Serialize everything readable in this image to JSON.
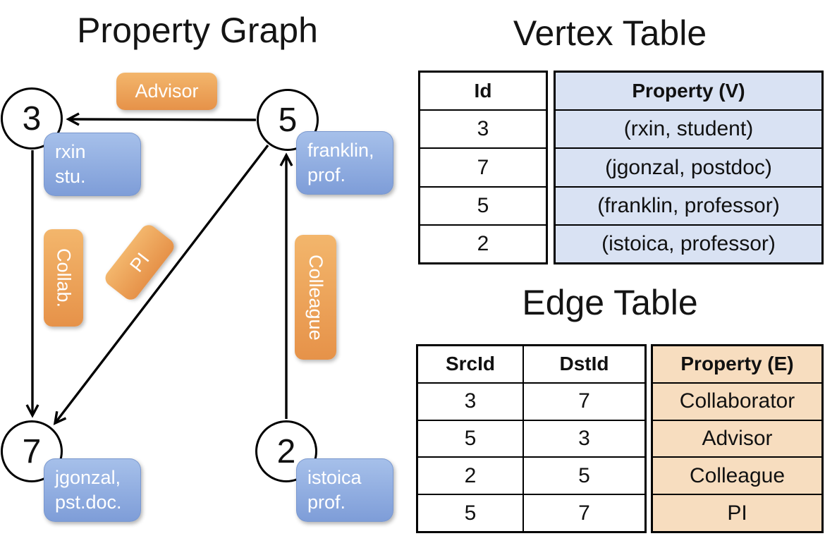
{
  "titles": {
    "graph": "Property Graph",
    "vertex_table": "Vertex Table",
    "edge_table": "Edge Table"
  },
  "colors": {
    "edge_label_orange": "#EDA455",
    "node_property_blue": "#8FADE0",
    "vertex_table_fill": "#D9E2F3",
    "edge_table_fill": "#F7DDBF",
    "line_black": "#000000"
  },
  "graph": {
    "nodes": [
      {
        "id": "3",
        "property_line1": "rxin",
        "property_line2": "stu."
      },
      {
        "id": "5",
        "property_line1": "franklin,",
        "property_line2": "prof."
      },
      {
        "id": "7",
        "property_line1": "jgonzal,",
        "property_line2": "pst.doc."
      },
      {
        "id": "2",
        "property_line1": "istoica",
        "property_line2": "prof."
      }
    ],
    "edges": [
      {
        "label": "Advisor",
        "src": "5",
        "dst": "3"
      },
      {
        "label": "Collab.",
        "src": "3",
        "dst": "7"
      },
      {
        "label": "PI",
        "src": "5",
        "dst": "7"
      },
      {
        "label": "Colleague",
        "src": "2",
        "dst": "5"
      }
    ]
  },
  "vertex_table": {
    "id_header": "Id",
    "property_header": "Property (V)",
    "rows": [
      {
        "id": "3",
        "property": "(rxin, student)"
      },
      {
        "id": "7",
        "property": "(jgonzal, postdoc)"
      },
      {
        "id": "5",
        "property": "(franklin, professor)"
      },
      {
        "id": "2",
        "property": "(istoica, professor)"
      }
    ]
  },
  "edge_table": {
    "src_header": "SrcId",
    "dst_header": "DstId",
    "property_header": "Property (E)",
    "rows": [
      {
        "src": "3",
        "dst": "7",
        "property": "Collaborator"
      },
      {
        "src": "5",
        "dst": "3",
        "property": "Advisor"
      },
      {
        "src": "2",
        "dst": "5",
        "property": "Colleague"
      },
      {
        "src": "5",
        "dst": "7",
        "property": "PI"
      }
    ]
  }
}
